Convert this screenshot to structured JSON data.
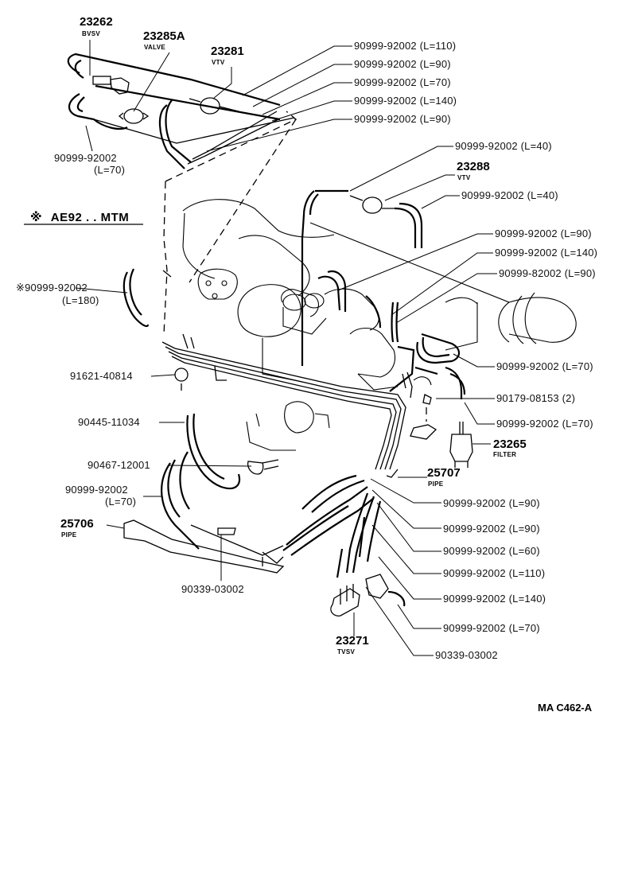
{
  "note": {
    "mark": "※",
    "text": "AE92 . . MTM"
  },
  "drawing_code": "MA C462-A",
  "callouts": {
    "p23262": {
      "number": "23262",
      "caption": "BVSV"
    },
    "p23285A": {
      "number": "23285A",
      "caption": "VALVE"
    },
    "p23281": {
      "number": "23281",
      "caption": "VTV"
    },
    "p23288": {
      "number": "23288",
      "caption": "VTV"
    },
    "p23265": {
      "number": "23265",
      "caption": "FILTER"
    },
    "p25707": {
      "number": "25707",
      "caption": "PIPE"
    },
    "p25706": {
      "number": "25706",
      "caption": "PIPE"
    },
    "p23271": {
      "number": "23271",
      "caption": "TVSV"
    }
  },
  "labels": {
    "h_l110_top": "90999-92002 (L=110)",
    "h_l90_top_a": "90999-92002 (L=90)",
    "h_l70_top": "90999-92002 (L=70)",
    "h_l140_top": "90999-92002 (L=140)",
    "h_l90_top_b": "90999-92002 (L=90)",
    "h_left_top_line1": "90999-92002",
    "h_left_top_line2": "(L=70)",
    "h_l40_a": "90999-92002 (L=40)",
    "h_l40_b": "90999-92002 (L=40)",
    "h_l90_mid": "90999-92002 (L=90)",
    "h_l140_mid": "90999-92002 (L=140)",
    "h_82002": "90999-82002 (L=90)",
    "h_l180_line1": "※90999-92002",
    "h_l180_line2": "(L=180)",
    "plug_91621": "91621-40814",
    "h_l70_right": "90999-92002 (L=70)",
    "clip_90179": "90179-08153 (2)",
    "h_l70_right_b": "90999-92002 (L=70)",
    "hose_90445": "90445-11034",
    "clip_90467": "90467-12001",
    "h_left_low_line1": "90999-92002",
    "h_left_low_line2": "(L=70)",
    "clamp_90339_left": "90339-03002",
    "h_l90_low_a": "90999-92002 (L=90)",
    "h_l90_low_b": "90999-92002 (L=90)",
    "h_l60_low": "90999-92002 (L=60)",
    "h_l110_low": "90999-92002 (L=110)",
    "h_l140_low": "90999-92002 (L=140)",
    "h_l70_low": "90999-92002 (L=70)",
    "clamp_90339_right": "90339-03002"
  }
}
